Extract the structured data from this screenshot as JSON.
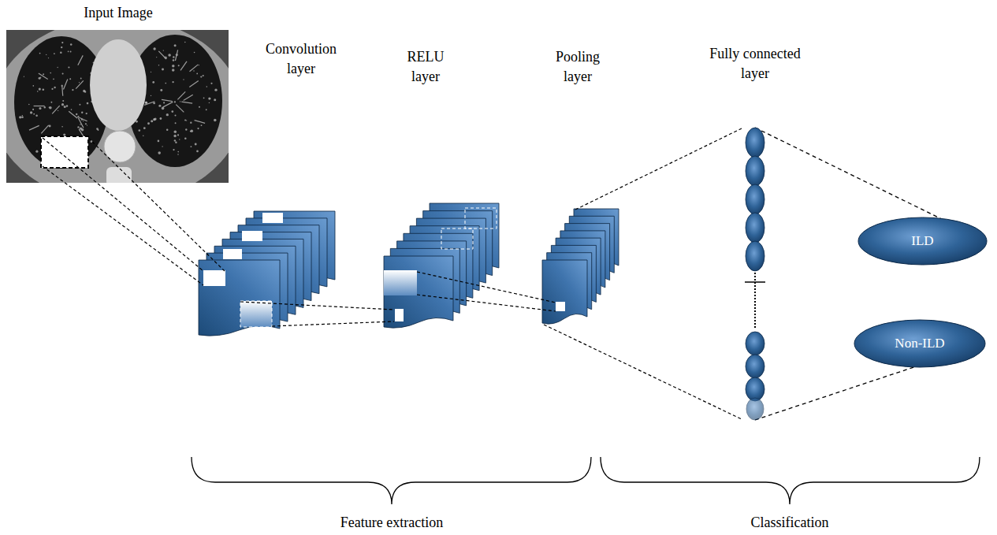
{
  "diagram": {
    "nodes": [
      {
        "text": [
          "Fully connected layer"
        ]
      },
      {
        "text": [
          "ILD"
        ]
      },
      {
        "text": [
          "Non-ILD"
        ]
      }
    ],
    "edges": [
      {
        "from": 0,
        "to": 1,
        "arrow": "none"
      },
      {
        "from": 0,
        "to": 2,
        "arrow": "none"
      }
    ],
    "labels": [
      "Input Image",
      "Convolution layer",
      "RELU layer",
      "Pooling layer",
      "Feature extraction",
      "Classification"
    ]
  }
}
